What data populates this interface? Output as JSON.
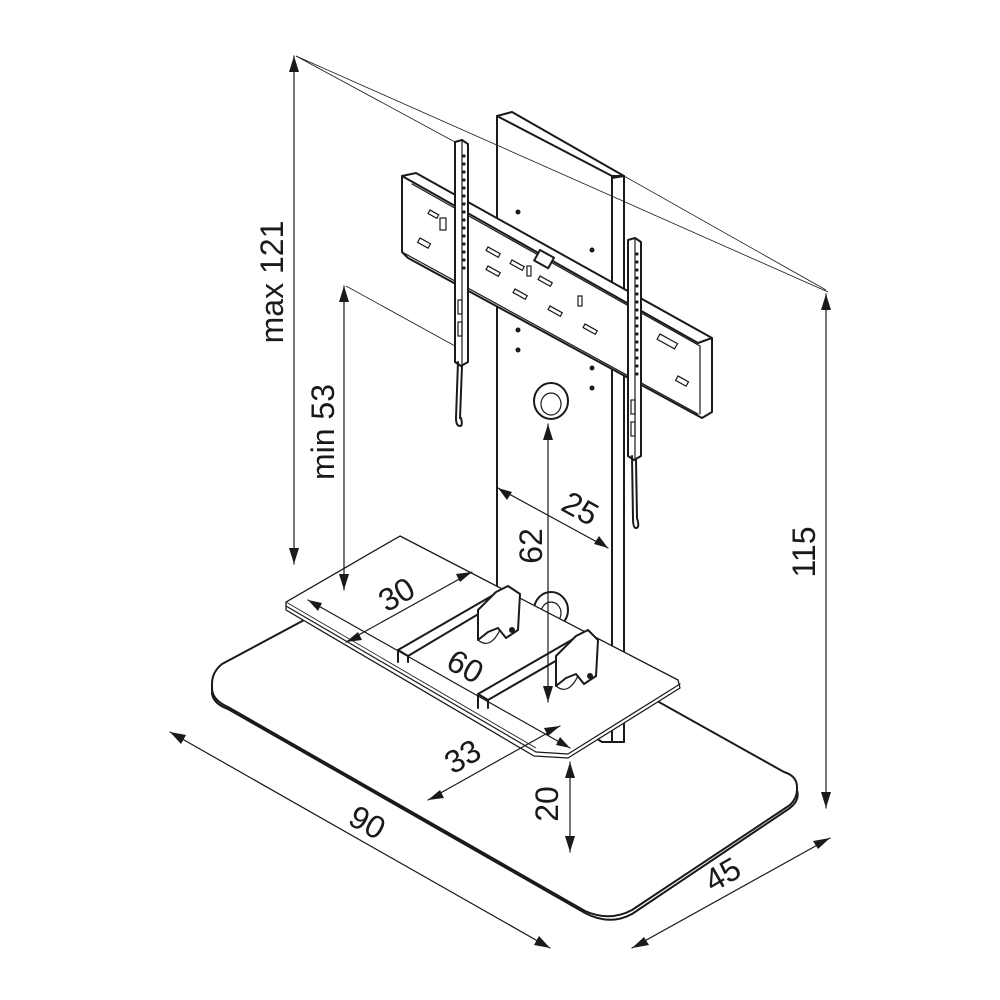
{
  "colors": {
    "line": "#1a1a1a",
    "background": "#ffffff"
  },
  "dimensions": {
    "max_height": "max 121",
    "min_height": "min 53",
    "total_height": "115",
    "column_width": "25",
    "shelf_gap": "62",
    "shelf_depth": "30",
    "shelf_width": "60",
    "lower_shelf_depth": "33",
    "base_height": "20",
    "base_width": "90",
    "base_depth": "45"
  }
}
